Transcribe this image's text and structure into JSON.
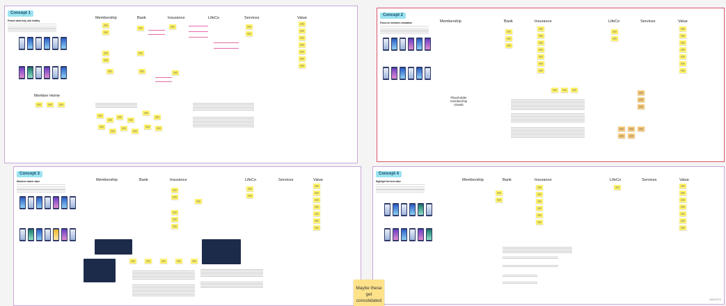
{
  "concepts": [
    {
      "tag": "Concept 1",
      "desc_title": "Protect what truly, and healthy",
      "columns": [
        "Membership",
        "Bank",
        "Insurance",
        "LifeCo",
        "Services",
        "Value"
      ],
      "member_home": "Member Home"
    },
    {
      "tag": "Concept 2",
      "desc_title": "Focus on members simulation",
      "columns": [
        "Membership",
        "Bank",
        "Insurance",
        "LifeCo",
        "Services",
        "Value"
      ],
      "middle_label": "Placeholder membership visuals"
    },
    {
      "tag": "Concept 3",
      "desc_title": "Members based value",
      "columns": [
        "Membership",
        "Bank",
        "Insurance",
        "LifeCo",
        "Services",
        "Value"
      ]
    },
    {
      "tag": "Concept 4",
      "desc_title": "Highlight the best value",
      "columns": [
        "Membership",
        "Bank",
        "Insurance",
        "LifeCo",
        "Services",
        "Value"
      ]
    }
  ],
  "floating_note": "Maybe these get consolidated",
  "corner_text": "INSIGHTS"
}
